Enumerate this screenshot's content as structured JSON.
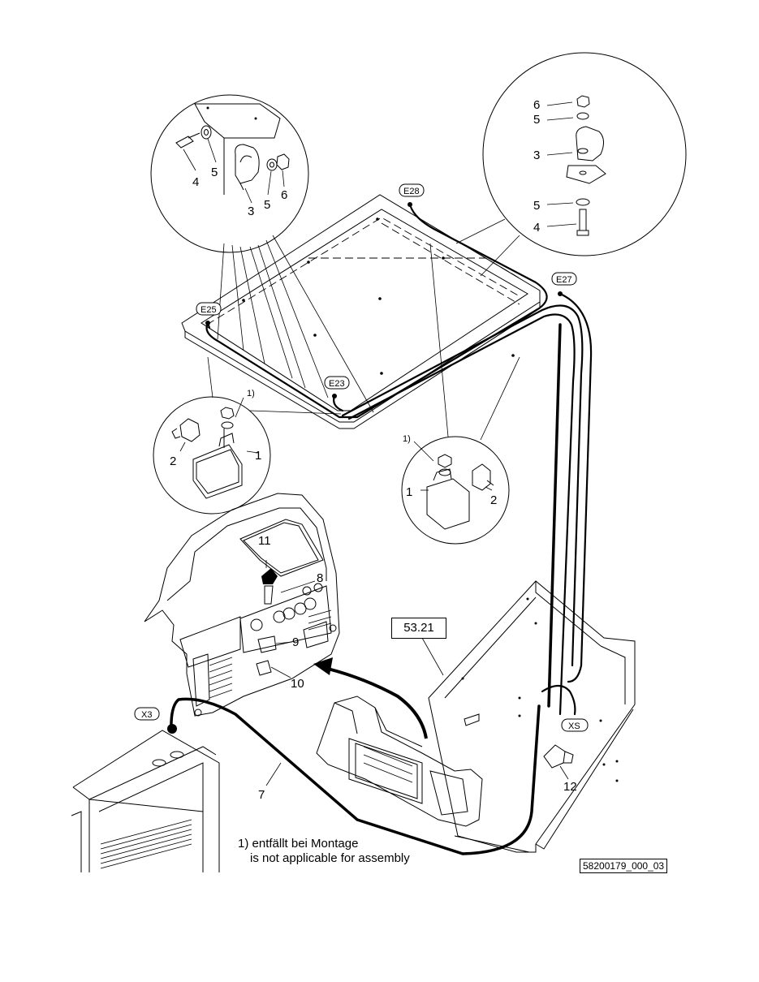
{
  "diagram": {
    "connectors": [
      "E28",
      "E27",
      "E25",
      "E23",
      "X3",
      "XS"
    ],
    "part_numbers": [
      "1",
      "2",
      "3",
      "4",
      "5",
      "6",
      "7",
      "8",
      "9",
      "10",
      "11",
      "12"
    ],
    "footnote_marker": "1)",
    "reference_box": "53.21",
    "note_line1": "1) entfällt bei Montage",
    "note_line2": "is not applicable for assembly",
    "drawing_number": "58200179_000_03"
  },
  "labels": {
    "e28": "E28",
    "e27": "E27",
    "e25": "E25",
    "e23": "E23",
    "x3": "X3",
    "xs": "XS",
    "d1_4": "4",
    "d1_5a": "5",
    "d1_3": "3",
    "d1_5b": "5",
    "d1_6": "6",
    "d2_6": "6",
    "d2_5a": "5",
    "d2_3": "3",
    "d2_5b": "5",
    "d2_4": "4",
    "d3_fn": "1)",
    "d3_2": "2",
    "d3_1": "1",
    "d4_fn": "1)",
    "d4_1": "1",
    "d4_2": "2",
    "p11": "11",
    "p8": "8",
    "p9": "9",
    "p10": "10",
    "p7": "7",
    "p12": "12"
  }
}
